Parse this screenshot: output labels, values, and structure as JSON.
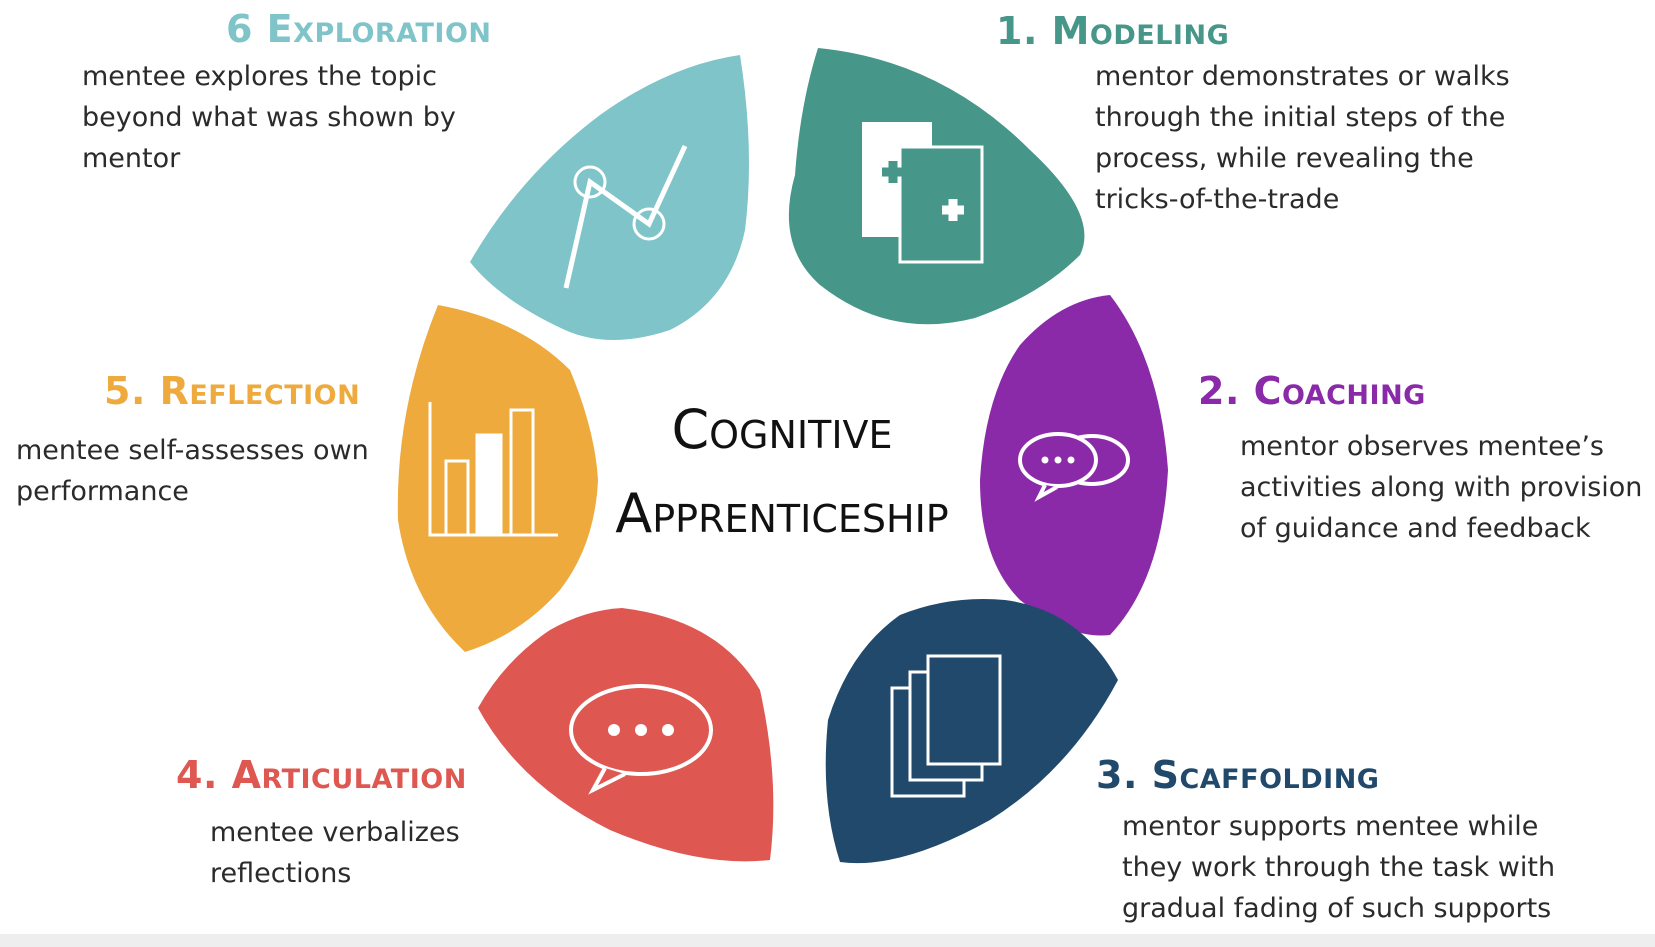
{
  "center": {
    "title": "Cognitive\nApprenticeship"
  },
  "steps": [
    {
      "id": "modeling",
      "title": "1. Modeling",
      "color": "#47968a",
      "icon": "clipboard-plus-icon",
      "description": "mentor demonstrates or walks\nthrough the initial steps of the\nprocess, while revealing the\ntricks-of-the-trade"
    },
    {
      "id": "coaching",
      "title": "2. Coaching",
      "color": "#8a2aa9",
      "icon": "chat-bubbles-icon",
      "description": "mentor observes mentee’s\nactivities along with provision\nof guidance and feedback"
    },
    {
      "id": "scaffolding",
      "title": "3. Scaffolding",
      "color": "#21496b",
      "icon": "stacked-pages-icon",
      "description": "mentor supports mentee while\nthey work through the task with\ngradual fading of such supports"
    },
    {
      "id": "articulation",
      "title": "4. Articulation",
      "color": "#de5751",
      "icon": "speech-bubble-icon",
      "description": "mentee verbalizes\nreflections"
    },
    {
      "id": "reflection",
      "title": "5. Reflection",
      "color": "#eeaa3c",
      "icon": "bar-chart-icon",
      "description": "mentee self-assesses own\nperformance"
    },
    {
      "id": "exploration",
      "title": "6 Exploration",
      "color": "#7fc4c9",
      "icon": "trend-line-icon",
      "description": "mentee explores the topic\nbeyond what was shown by\nmentor"
    }
  ]
}
